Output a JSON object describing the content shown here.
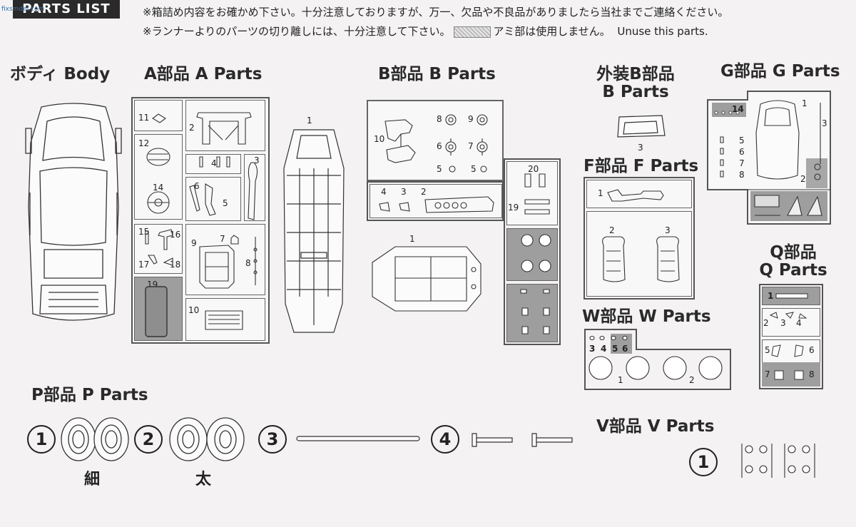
{
  "header": {
    "title": "PARTS LIST",
    "watermark": "fixsmdel.com"
  },
  "notes": {
    "line1": "※箱詰め内容をお確かめ下さい。十分注意しておりますが、万一、欠品や不良品がありましたら当社までご連絡ください。",
    "line2a": "※ランナーよりのパーツの切り離しには、十分注意して下さい。",
    "line2b": "アミ部は使用しません。",
    "line2c": "Unuse this parts."
  },
  "sections": {
    "body": "ボディ  Body",
    "a": "A部品  A Parts",
    "b": "B部品  B Parts",
    "b_ext_1": "外装B部品",
    "b_ext_2": "B Parts",
    "g": "G部品  G Parts",
    "f": "F部品  F Parts",
    "w": "W部品  W Parts",
    "q_1": "Q部品",
    "q_2": "Q Parts",
    "p": "P部品  P Parts",
    "v": "V部品  V Parts"
  },
  "a_parts": {
    "n1": "1",
    "n2": "2",
    "n3": "3",
    "n4": "4",
    "n5": "5",
    "n6": "6",
    "n7": "7",
    "n8": "8",
    "n9": "9",
    "n10": "10",
    "n11": "11",
    "n12": "12",
    "n14": "14",
    "n15": "15",
    "n16": "16",
    "n17": "17",
    "n18": "18",
    "n19": "19"
  },
  "b_parts": {
    "n1": "1",
    "n2": "2",
    "n3": "3",
    "n4": "4",
    "n5a": "5",
    "n5b": "5",
    "n6": "6",
    "n7": "7",
    "n8": "8",
    "n9": "9",
    "n10": "10",
    "n19": "19",
    "n20": "20"
  },
  "b_ext": {
    "n3": "3"
  },
  "g_parts": {
    "n1": "1",
    "n2": "2",
    "n3": "3",
    "n14": "14",
    "n5": "5",
    "n6": "6",
    "n7": "7",
    "n8": "8"
  },
  "f_parts": {
    "n1": "1",
    "n2": "2",
    "n3": "3"
  },
  "w_parts": {
    "n1": "1",
    "n2": "2",
    "n3": "3",
    "n4": "4",
    "n5": "5",
    "n6": "6"
  },
  "q_parts": {
    "n1": "1",
    "n2": "2",
    "n3": "3",
    "n4": "4",
    "n5": "5",
    "n6": "6",
    "n7": "7",
    "n8": "8"
  },
  "p_parts": {
    "c1": "1",
    "c2": "2",
    "c3": "3",
    "c4": "4",
    "thin": "細",
    "thick": "太"
  },
  "v_parts": {
    "c1": "1"
  }
}
